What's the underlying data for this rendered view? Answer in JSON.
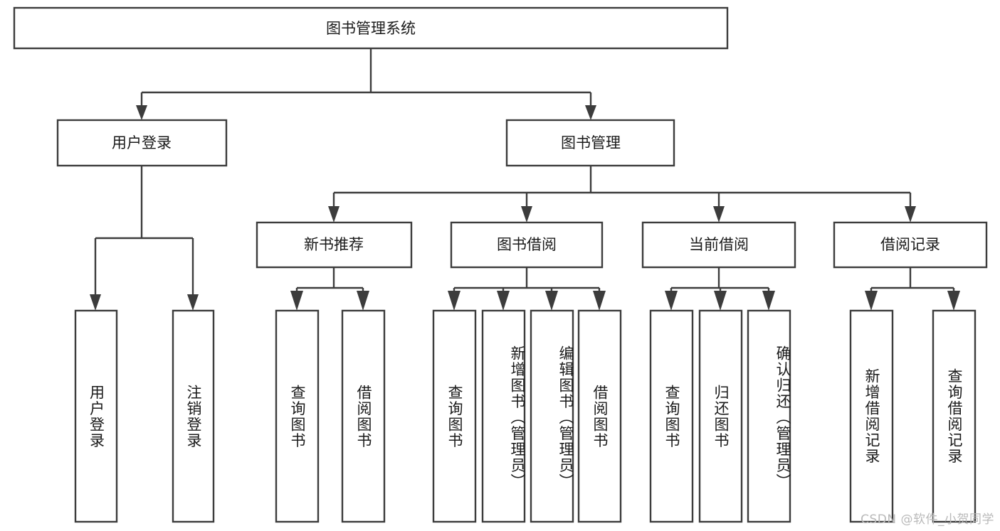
{
  "diagram": {
    "title": "图书管理系统",
    "type": "tree-hierarchy",
    "root": {
      "id": "root",
      "label": "图书管理系统",
      "orientation": "horizontal"
    },
    "level2": [
      {
        "id": "user-login",
        "label": "用户登录",
        "orientation": "horizontal"
      },
      {
        "id": "book-manage",
        "label": "图书管理",
        "orientation": "horizontal"
      }
    ],
    "level3": [
      {
        "id": "new-book-recommend",
        "label": "新书推荐",
        "orientation": "horizontal",
        "parent": "book-manage"
      },
      {
        "id": "book-borrow",
        "label": "图书借阅",
        "orientation": "horizontal",
        "parent": "book-manage"
      },
      {
        "id": "current-borrow",
        "label": "当前借阅",
        "orientation": "horizontal",
        "parent": "book-manage"
      },
      {
        "id": "borrow-record",
        "label": "借阅记录",
        "orientation": "horizontal",
        "parent": "book-manage"
      }
    ],
    "leaves": [
      {
        "id": "leaf-user-login",
        "label": "用户登录",
        "orientation": "vertical",
        "parent": "user-login"
      },
      {
        "id": "leaf-logout-login",
        "label": "注销登录",
        "orientation": "vertical",
        "parent": "user-login"
      },
      {
        "id": "leaf-query-book-1",
        "label": "查询图书",
        "orientation": "vertical",
        "parent": "new-book-recommend"
      },
      {
        "id": "leaf-borrow-book-1",
        "label": "借阅图书",
        "orientation": "vertical",
        "parent": "new-book-recommend"
      },
      {
        "id": "leaf-query-book-2",
        "label": "查询图书",
        "orientation": "vertical",
        "parent": "book-borrow"
      },
      {
        "id": "leaf-add-book",
        "label": "新增图书（管理员）",
        "orientation": "vertical",
        "parent": "book-borrow"
      },
      {
        "id": "leaf-edit-book",
        "label": "编辑图书（管理员）",
        "orientation": "vertical",
        "parent": "book-borrow"
      },
      {
        "id": "leaf-borrow-book-2",
        "label": "借阅图书",
        "orientation": "vertical",
        "parent": "book-borrow"
      },
      {
        "id": "leaf-query-book-3",
        "label": "查询图书",
        "orientation": "vertical",
        "parent": "current-borrow"
      },
      {
        "id": "leaf-return-book",
        "label": "归还图书",
        "orientation": "vertical",
        "parent": "current-borrow"
      },
      {
        "id": "leaf-confirm-return",
        "label": "确认归还（管理员）",
        "orientation": "vertical",
        "parent": "current-borrow"
      },
      {
        "id": "leaf-add-record",
        "label": "新增借阅记录",
        "orientation": "vertical",
        "parent": "borrow-record"
      },
      {
        "id": "leaf-query-record",
        "label": "查询借阅记录",
        "orientation": "vertical",
        "parent": "borrow-record"
      }
    ],
    "colors": {
      "stroke": "#3c3c3c",
      "box_fill": "#ffffff",
      "text": "#1a1a1a",
      "background": "#ffffff",
      "watermark": "#b9b9b9"
    }
  },
  "watermark": {
    "text": "CSDN @软件_小贺同学"
  }
}
